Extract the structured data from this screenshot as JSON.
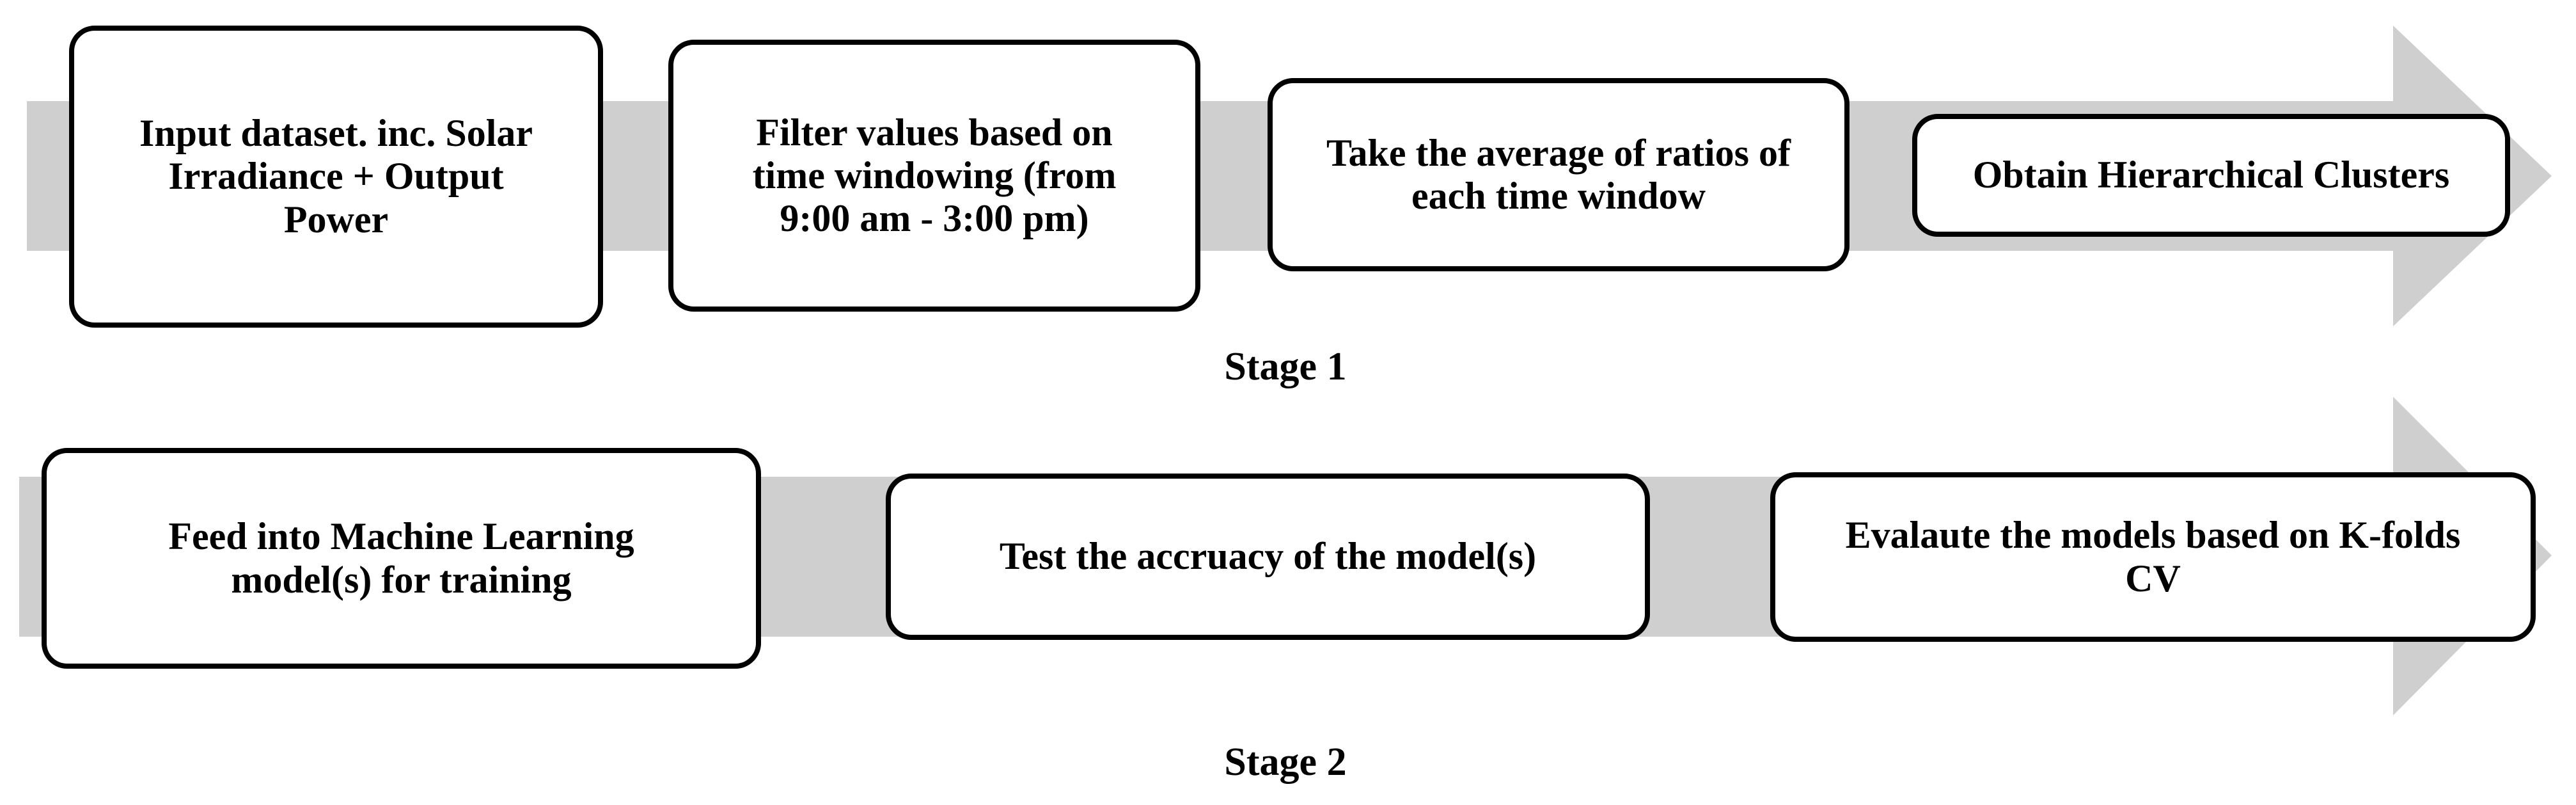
{
  "colors": {
    "arrow_fill": "#cfcfcf",
    "box_border": "#000000",
    "box_fill": "#ffffff",
    "text": "#000000"
  },
  "stage1": {
    "label": "Stage 1",
    "steps": [
      "Input dataset. inc. Solar\nIrradiance + Output\nPower",
      "Filter values based on\ntime windowing (from\n9:00 am - 3:00 pm)",
      "Take the average of ratios of\neach time window",
      "Obtain Hierarchical Clusters"
    ]
  },
  "stage2": {
    "label": "Stage 2",
    "steps": [
      "Feed into Machine Learning\nmodel(s) for training",
      "Test the accruacy of the model(s)",
      "Evalaute the models based on K-folds\nCV"
    ]
  }
}
